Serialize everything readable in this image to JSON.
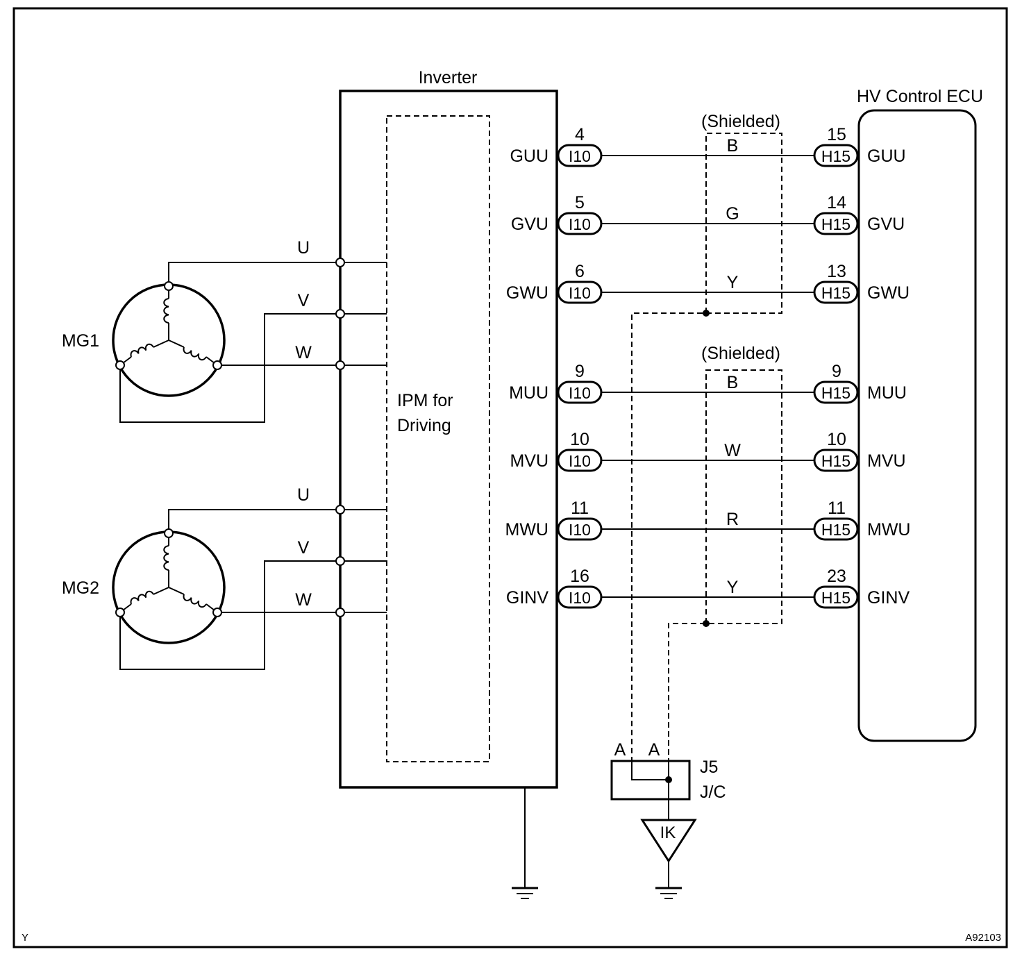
{
  "inverter": {
    "title": "Inverter",
    "ipm_line1": "IPM for",
    "ipm_line2": "Driving",
    "connector": "I10"
  },
  "ecu": {
    "title": "HV Control ECU",
    "connector": "H15"
  },
  "shield_label": "(Shielded)",
  "motors": [
    {
      "name": "MG1",
      "phases": [
        "U",
        "V",
        "W"
      ]
    },
    {
      "name": "MG2",
      "phases": [
        "U",
        "V",
        "W"
      ]
    }
  ],
  "signals": [
    {
      "name": "GUU",
      "inv_pin": "4",
      "ecu_pin": "15",
      "wire": "B"
    },
    {
      "name": "GVU",
      "inv_pin": "5",
      "ecu_pin": "14",
      "wire": "G"
    },
    {
      "name": "GWU",
      "inv_pin": "6",
      "ecu_pin": "13",
      "wire": "Y"
    },
    {
      "name": "MUU",
      "inv_pin": "9",
      "ecu_pin": "9",
      "wire": "B"
    },
    {
      "name": "MVU",
      "inv_pin": "10",
      "ecu_pin": "10",
      "wire": "W"
    },
    {
      "name": "MWU",
      "inv_pin": "11",
      "ecu_pin": "11",
      "wire": "R"
    },
    {
      "name": "GINV",
      "inv_pin": "16",
      "ecu_pin": "23",
      "wire": "Y"
    }
  ],
  "junction": {
    "pin_a1": "A",
    "pin_a2": "A",
    "name": "J5",
    "type": "J/C"
  },
  "ground_label": "IK",
  "corner_left": "Y",
  "corner_right": "A92103"
}
